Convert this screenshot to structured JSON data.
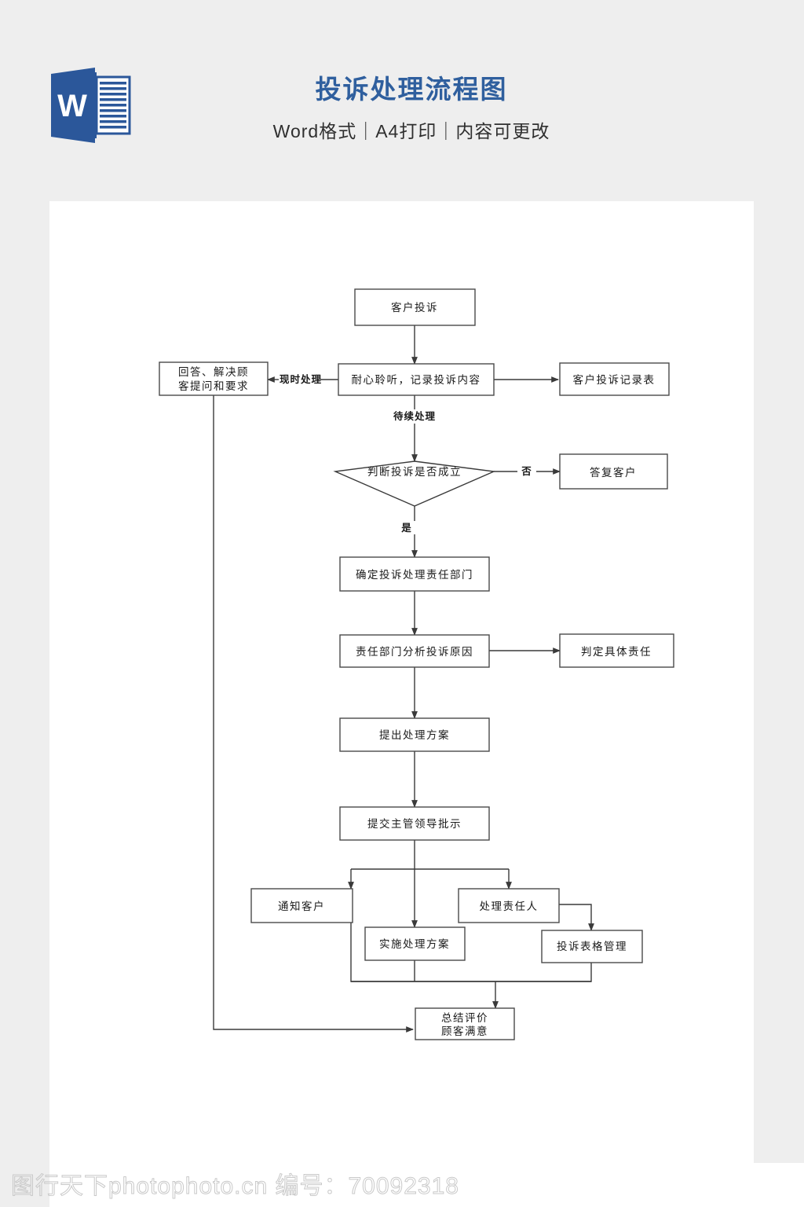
{
  "header": {
    "icon_name": "word-icon",
    "title": "投诉处理流程图",
    "subtitle": "Word格式｜A4打印｜内容可更改",
    "title_color": "#2f5f9e",
    "subtitle_color": "#2f2f2f"
  },
  "flowchart": {
    "nodes": [
      {
        "id": "n1",
        "label": "客户投诉",
        "shape": "rect"
      },
      {
        "id": "n2",
        "label": "耐心聆听，记录投诉内容",
        "shape": "rect"
      },
      {
        "id": "n3",
        "label": "回答、解决顾",
        "label2": "客提问和要求",
        "shape": "rect"
      },
      {
        "id": "n4",
        "label": "客户投诉记录表",
        "shape": "rect"
      },
      {
        "id": "n5",
        "label": "判断投诉是否成立",
        "shape": "diamond"
      },
      {
        "id": "n6",
        "label": "答复客户",
        "shape": "rect"
      },
      {
        "id": "n7",
        "label": "确定投诉处理责任部门",
        "shape": "rect"
      },
      {
        "id": "n8",
        "label": "责任部门分析投诉原因",
        "shape": "rect"
      },
      {
        "id": "n9",
        "label": "判定具体责任",
        "shape": "rect"
      },
      {
        "id": "n10",
        "label": "提出处理方案",
        "shape": "rect"
      },
      {
        "id": "n11",
        "label": "提交主管领导批示",
        "shape": "rect"
      },
      {
        "id": "n12",
        "label": "通知客户",
        "shape": "rect"
      },
      {
        "id": "n13",
        "label": "处理责任人",
        "shape": "rect"
      },
      {
        "id": "n14",
        "label": "实施处理方案",
        "shape": "rect"
      },
      {
        "id": "n15",
        "label": "投诉表格管理",
        "shape": "rect"
      },
      {
        "id": "n16",
        "label": "总结评价",
        "label2": "顾客满意",
        "shape": "rect"
      }
    ],
    "edge_labels": {
      "realtime": "现时处理",
      "pending": "待续处理",
      "no": "否",
      "yes": "是"
    },
    "line_color": "#3a3a3a",
    "node_fill": "#ffffff"
  },
  "watermark": {
    "text": "图行天下photophoto.cn 编号：70092318"
  }
}
